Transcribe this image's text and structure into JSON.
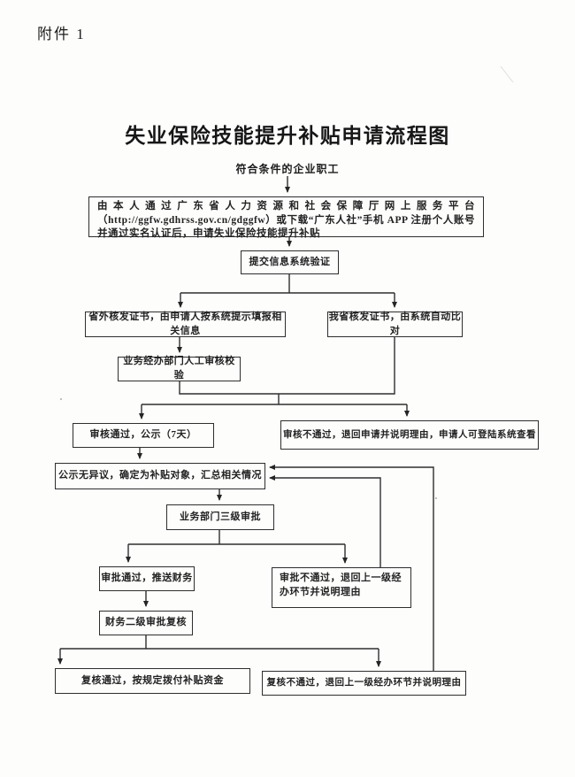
{
  "page": {
    "attachment_label": "附件 1",
    "title": "失业保险技能提升补贴申请流程图",
    "ink_color": "#2e2e2e"
  },
  "flowchart": {
    "start": "符合条件的企业职工",
    "nodes": {
      "register": "由本人通过广东省人力资源和社会保障厅网上服务平台（http://ggfw.gdhrss.gov.cn/gdggfw）或下载“广东人社”手机 APP 注册个人账号并通过实名认证后，申请失业保险技能提升补贴",
      "submit": "提交信息系统验证",
      "out_province": "省外核发证书，由申请人按系统提示填报相关信息",
      "in_province": "我省核发证书，由系统自动比对",
      "manual_review": "业务经办部门人工审核校验",
      "review_pass": "审核通过，公示（7天）",
      "review_fail": "审核不通过，退回申请并说明理由，申请人可登陆系统查看",
      "publicity": "公示无异议，确定为补贴对象，汇总相关情况",
      "three_level": "业务部门三级审批",
      "approve_pass": "审批通过，推送财务",
      "approve_fail": "审批不通过，退回上一级经办环节并说明理由",
      "finance_review": "财务二级审批复核",
      "recheck_pass": "复核通过，按规定拨付补贴资金",
      "recheck_fail": "复核不通过，退回上一级经办环节并说明理由"
    }
  }
}
